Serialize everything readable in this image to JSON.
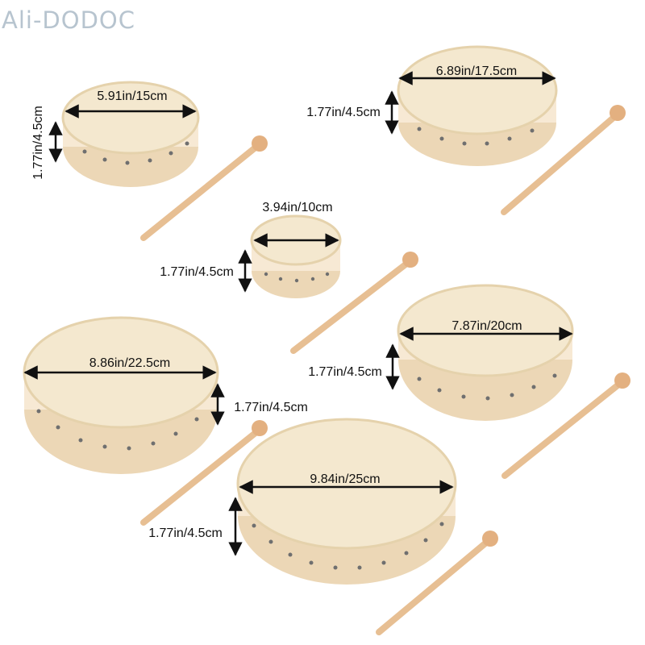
{
  "watermark": "Ali-DODOC",
  "colors": {
    "drumhead": "#f4e8cf",
    "drumhead_edge": "#e5d2ac",
    "drum_side": "#f7e9d4",
    "drum_side_shade": "#ecd7b6",
    "tack": "#6f6f6f",
    "mallet_stick": "#e7bf93",
    "mallet_head": "#e3b080",
    "arrow": "#111111"
  },
  "drums": [
    {
      "diameter_label": "5.91in/15cm",
      "height_label": "1.77in/4.5cm"
    },
    {
      "diameter_label": "6.89in/17.5cm",
      "height_label": "1.77in/4.5cm"
    },
    {
      "diameter_label": "3.94in/10cm",
      "height_label": "1.77in/4.5cm"
    },
    {
      "diameter_label": "7.87in/20cm",
      "height_label": "1.77in/4.5cm"
    },
    {
      "diameter_label": "8.86in/22.5cm",
      "height_label": "1.77in/4.5cm"
    },
    {
      "diameter_label": "9.84in/25cm",
      "height_label": "1.77in/4.5cm"
    }
  ]
}
